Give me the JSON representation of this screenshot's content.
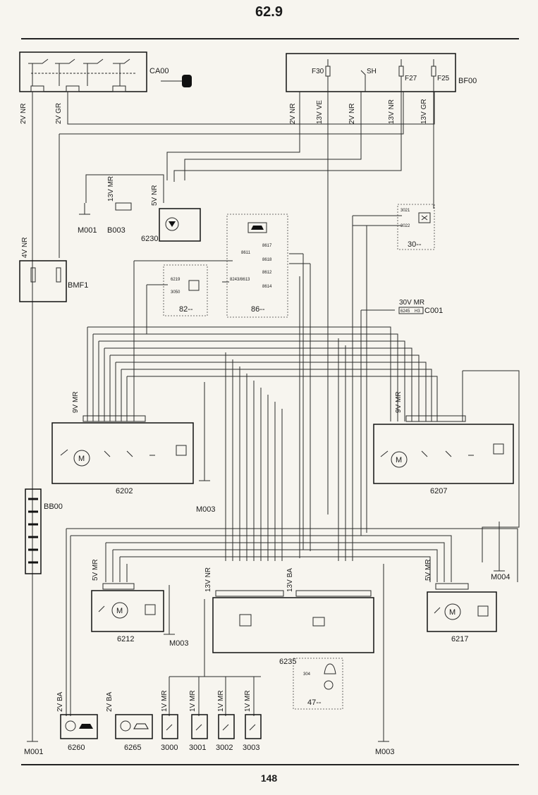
{
  "header": {
    "title": "62.9"
  },
  "footer": {
    "page_number": "148"
  },
  "components": {
    "ca00": "CA00",
    "bf00": "BF00",
    "bmf1": "BMF1",
    "bb00": "BB00",
    "b003": "B003",
    "c001": "C001",
    "c6230": "6230",
    "c6202": "6202",
    "c6207": "6207",
    "c6212": "6212",
    "c6217": "6217",
    "c6235": "6235",
    "c6260": "6260",
    "c6265": "6265",
    "c3000": "3000",
    "c3001": "3001",
    "c3002": "3002",
    "c3003": "3003",
    "f30": "F30",
    "f27": "F27",
    "f25": "F25",
    "sh": "SH"
  },
  "grounds": {
    "m001_top": "M001",
    "m001_bottom": "M001",
    "m003_left": "M003",
    "m003_mid": "M003",
    "m003_bottom": "M003",
    "m004": "M004"
  },
  "functions": {
    "f30": "30--",
    "f82": "82--",
    "f86": "86--",
    "f47": "47--"
  },
  "connector_labels": {
    "ca00_a": "2V NR",
    "ca00_b": "2V GR",
    "bf00_1": "2V NR",
    "bf00_2": "13V VE",
    "bf00_3": "2V NR",
    "bf00_4": "13V NR",
    "bf00_5": "13V GR",
    "bmf1_a": "4V NR",
    "b003": "13V MR",
    "c6230": "5V NR",
    "c001": "30V MR",
    "c6202": "9V MR",
    "c6207": "9V MR",
    "c6212": "5V MR",
    "c6217": "5V MR",
    "c6235_a": "13V NR",
    "c6235_b": "13V BA",
    "c6260": "2V BA",
    "c6265": "2V BA",
    "c3000": "1V MR",
    "c3001": "1V MR",
    "c3002": "1V MR",
    "c3003": "1V MR"
  },
  "wire_codes": {
    "f86_a": "8611",
    "f86_b": "8617",
    "f86_c": "8618",
    "f86_d": "8243/8613",
    "f86_e": "8612",
    "f86_f": "8614",
    "f82_a": "6219",
    "f82_b": "3050",
    "f30_a": "3021",
    "f30_b": "3022",
    "f47": "304",
    "c001_pin": "6245",
    "c001_way": "H3"
  },
  "icons": {
    "key": "ignition-key-icon",
    "car": "car-body-icon",
    "lamp": "interior-lamp-icon",
    "motor": "motor-icon",
    "bell": "alarm-bell-icon",
    "chip": "ecu-chip-icon"
  }
}
